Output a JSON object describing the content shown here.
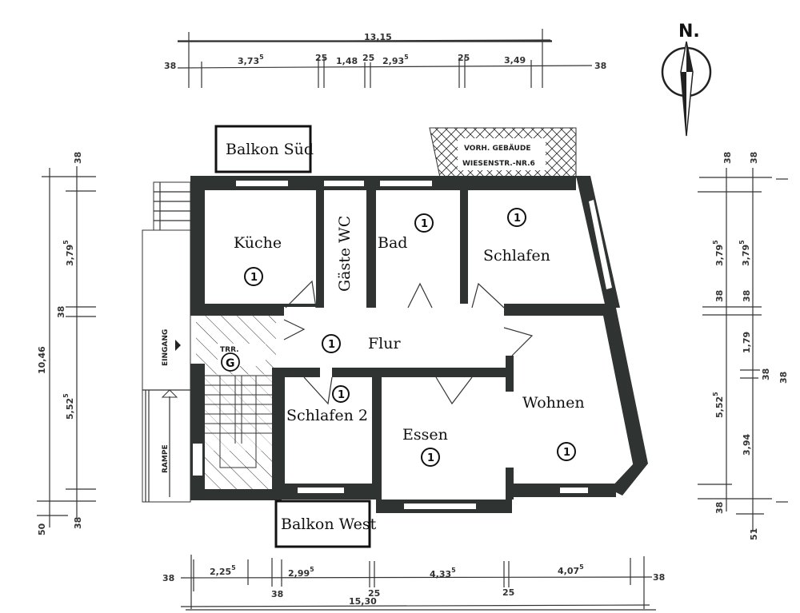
{
  "plan": {
    "north_label": "N.",
    "rooms": [
      {
        "name": "Küche",
        "number": "1"
      },
      {
        "name": "Gäste WC",
        "number": ""
      },
      {
        "name": "Bad",
        "number": "1"
      },
      {
        "name": "Schlafen",
        "number": "1"
      },
      {
        "name": "Flur",
        "number": "1"
      },
      {
        "name": "Schlafen 2",
        "number": "1"
      },
      {
        "name": "Essen",
        "number": "1"
      },
      {
        "name": "Wohnen",
        "number": "1"
      }
    ],
    "balconies": [
      "Balkon Süd",
      "Balkon West"
    ],
    "stair": {
      "label": "TRR.",
      "symbol": "G"
    },
    "neighbor": [
      "VORH. GEBÄUDE",
      "WIESENSTR.-NR.6"
    ],
    "entrance": "EINGANG",
    "ramp": "RAMPE"
  },
  "dimensions": {
    "top_total": "13,15",
    "top_edges": [
      "38",
      "38"
    ],
    "top_segments": [
      {
        "v": "3,73",
        "s": "5"
      },
      {
        "v": "25",
        "s": ""
      },
      {
        "v": "1,48",
        "s": ""
      },
      {
        "v": "25",
        "s": ""
      },
      {
        "v": "2,93",
        "s": "5"
      },
      {
        "v": "25",
        "s": ""
      },
      {
        "v": "3,49",
        "s": ""
      }
    ],
    "bottom_total": "15,30",
    "bottom_edges": [
      "38",
      "38"
    ],
    "bottom_segments": [
      {
        "v": "2,25",
        "s": "5"
      },
      {
        "v": "2,99",
        "s": "5"
      },
      {
        "v": "4,33",
        "s": "5"
      },
      {
        "v": "4,07",
        "s": "5"
      }
    ],
    "bottom_walls": [
      "38",
      "25",
      "25"
    ],
    "left_total": "10,46",
    "left_segments": [
      {
        "v": "38",
        "s": ""
      },
      {
        "v": "3,79",
        "s": "5"
      },
      {
        "v": "38",
        "s": ""
      },
      {
        "v": "5,52",
        "s": "5"
      },
      {
        "v": "38",
        "s": ""
      },
      {
        "v": "50",
        "s": ""
      }
    ],
    "right_a": [
      {
        "v": "38",
        "s": ""
      },
      {
        "v": "3,79",
        "s": "5"
      },
      {
        "v": "38",
        "s": ""
      },
      {
        "v": "5,52",
        "s": "5"
      },
      {
        "v": "38",
        "s": ""
      }
    ],
    "right_b": [
      {
        "v": "38",
        "s": ""
      },
      {
        "v": "3,79",
        "s": "5"
      },
      {
        "v": "38",
        "s": ""
      },
      {
        "v": "1,79",
        "s": ""
      },
      {
        "v": "38",
        "s": ""
      },
      {
        "v": "3,94",
        "s": ""
      },
      {
        "v": "51",
        "s": ""
      }
    ],
    "right_extra": "38"
  },
  "colors": {
    "wall": "#2f3433",
    "line": "#333333"
  }
}
